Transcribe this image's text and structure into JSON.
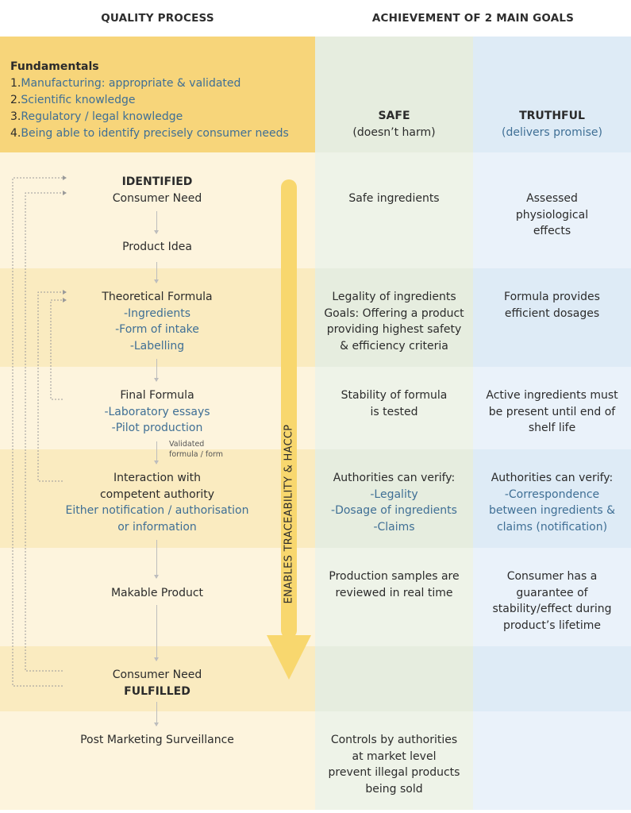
{
  "headers": {
    "left": "QUALITY PROCESS",
    "right": "ACHIEVEMENT OF 2 MAIN GOALS"
  },
  "fundamentals": {
    "title": "Fundamentals",
    "items": [
      {
        "num": "1.",
        "text": "Manufacturing: appropriate & validated"
      },
      {
        "num": "2.",
        "text": "Scientific knowledge"
      },
      {
        "num": "3.",
        "text": "Regulatory / legal knowledge"
      },
      {
        "num": "4.",
        "text": "Being able to identify precisely consumer needs"
      }
    ]
  },
  "goals": {
    "safe": {
      "title": "SAFE",
      "subtitle": "(doesn’t harm)"
    },
    "truthful": {
      "title": "TRUTHFUL",
      "subtitle": "(delivers promise)"
    }
  },
  "side_label": "ENABLES TRACEABILITY & HACCP",
  "validated_note": [
    "Validated",
    "formula / form"
  ],
  "stages": [
    {
      "process": [
        {
          "t": "IDENTIFIED",
          "s": "bold"
        },
        {
          "t": "Consumer Need"
        },
        {
          "t": ""
        },
        {
          "t": ""
        },
        {
          "t": "Product Idea"
        }
      ],
      "safe": [
        {
          "t": "Safe ingredients"
        }
      ],
      "truthful": [
        {
          "t": "Assessed"
        },
        {
          "t": "physiological"
        },
        {
          "t": "effects"
        }
      ]
    },
    {
      "process": [
        {
          "t": "Theoretical Formula"
        },
        {
          "t": "-Ingredients",
          "s": "blue"
        },
        {
          "t": "-Form of intake",
          "s": "blue"
        },
        {
          "t": "-Labelling",
          "s": "blue"
        }
      ],
      "safe": [
        {
          "t": "Legality of ingredients"
        },
        {
          "t": "Goals: Offering a product"
        },
        {
          "t": "providing highest safety"
        },
        {
          "t": "& efficiency criteria"
        }
      ],
      "truthful": [
        {
          "t": "Formula provides"
        },
        {
          "t": "efficient dosages"
        }
      ]
    },
    {
      "process": [
        {
          "t": "Final Formula"
        },
        {
          "t": "-Laboratory essays",
          "s": "blue"
        },
        {
          "t": "-Pilot production",
          "s": "blue"
        }
      ],
      "safe": [
        {
          "t": "Stability of formula"
        },
        {
          "t": "is tested"
        }
      ],
      "truthful": [
        {
          "t": "Active ingredients must"
        },
        {
          "t": "be present until end of"
        },
        {
          "t": "shelf life"
        }
      ]
    },
    {
      "process": [
        {
          "t": "Interaction with"
        },
        {
          "t": "competent authority"
        },
        {
          "t": "Either notification / authorisation",
          "s": "blue"
        },
        {
          "t": "or information",
          "s": "blue"
        }
      ],
      "safe": [
        {
          "t": "Authorities can verify:"
        },
        {
          "t": "-Legality",
          "s": "blue"
        },
        {
          "t": "-Dosage of ingredients",
          "s": "blue"
        },
        {
          "t": "-Claims",
          "s": "blue"
        }
      ],
      "truthful": [
        {
          "t": "Authorities can verify:"
        },
        {
          "t": "-Correspondence",
          "s": "blue"
        },
        {
          "t": "between ingredients &",
          "s": "blue"
        },
        {
          "t": "claims (notification)",
          "s": "blue"
        }
      ]
    },
    {
      "process": [
        {
          "t": ""
        },
        {
          "t": "Makable Product"
        }
      ],
      "safe": [
        {
          "t": "Production samples are"
        },
        {
          "t": "reviewed in real time"
        }
      ],
      "truthful": [
        {
          "t": "Consumer has a"
        },
        {
          "t": "guarantee of"
        },
        {
          "t": "stability/effect during"
        },
        {
          "t": "product’s lifetime"
        }
      ]
    },
    {
      "process": [
        {
          "t": "Consumer Need"
        },
        {
          "t": "FULFILLED",
          "s": "bold"
        }
      ],
      "safe": [],
      "truthful": []
    },
    {
      "process": [
        {
          "t": "Post Marketing Surveillance"
        }
      ],
      "safe": [
        {
          "t": "Controls by authorities"
        },
        {
          "t": "at market level"
        },
        {
          "t": "prevent illegal products"
        },
        {
          "t": "being sold"
        }
      ],
      "truthful": []
    }
  ],
  "colors": {
    "fundamentals_bg": "#f7d57a",
    "light_yellow": "#fdf4dd",
    "mid_yellow": "#faebc0",
    "safe_bg": "#eef3e8",
    "safe_bg_mid": "#e6eddf",
    "truthful_bg": "#eaf2fa",
    "truthful_bg_mid": "#deebf6",
    "arrow": "#f8d76e",
    "blue_text": "#3f6f95"
  }
}
